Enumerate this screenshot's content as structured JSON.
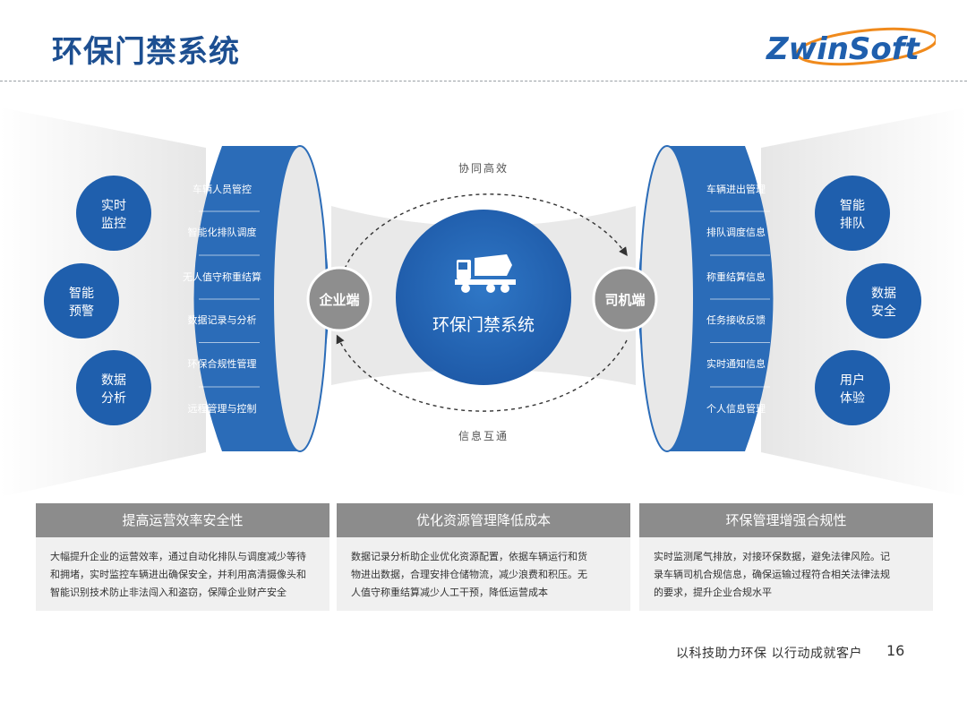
{
  "header": {
    "title": "环保门禁系统",
    "logo_text": "ZwinSoft"
  },
  "diagram": {
    "center_label": "环保门禁系统",
    "top_arc_label": "协同高效",
    "bottom_arc_label": "信息互通",
    "left_hub": "企业端",
    "right_hub": "司机端",
    "left_features": [
      "实时\n监控",
      "智能\n预警",
      "数据\n分析"
    ],
    "right_features": [
      "智能\n排队",
      "数据\n安全",
      "用户\n体验"
    ],
    "left_drum_items": [
      "车辆人员管控",
      "智能化排队调度",
      "无人值守称重结算",
      "数据记录与分析",
      "环保合规性管理",
      "远程管理与控制"
    ],
    "right_drum_items": [
      "车辆进出管理",
      "排队调度信息",
      "称重结算信息",
      "任务接收反馈",
      "实时通知信息",
      "个人信息管理"
    ],
    "colors": {
      "primary": "#2b6cb8",
      "dark": "#1f5fad",
      "hub": "#8e8e8e",
      "panel": "#e9e9e9"
    }
  },
  "cards": [
    {
      "title": "提高运营效率安全性",
      "lines": [
        "大幅提升企业的运营效率，通过自动化排队与调度减少等待",
        "和拥堵，实时监控车辆进出确保安全，并利用高清摄像头和",
        "智能识别技术防止非法闯入和盗窃，保障企业财产安全"
      ]
    },
    {
      "title": "优化资源管理降低成本",
      "lines": [
        "数据记录分析助企业优化资源配置，依据车辆运行和货",
        "物进出数据，合理安排仓储物流，减少浪费和积压。无",
        "人值守称重结算减少人工干预，降低运营成本"
      ]
    },
    {
      "title": "环保管理增强合规性",
      "lines": [
        "实时监测尾气排放，对接环保数据，避免法律风险。记",
        "录车辆司机合规信息，确保运输过程符合相关法律法规",
        "的要求，提升企业合规水平"
      ]
    }
  ],
  "footer": {
    "slogan": "以科技助力环保  以行动成就客户",
    "page_number": "16"
  }
}
